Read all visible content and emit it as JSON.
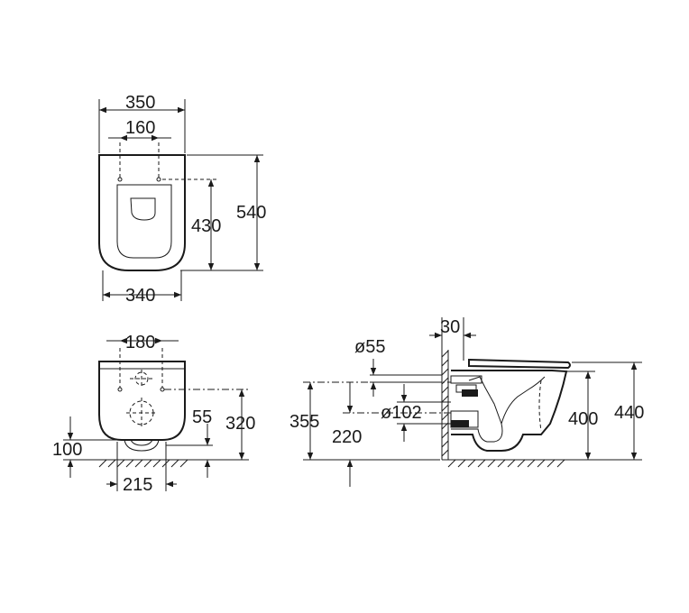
{
  "top_view": {
    "width_outer": "350",
    "fixing_spacing": "160",
    "width_inner": "340",
    "fixing_to_front": "430",
    "length_total": "540"
  },
  "rear_view": {
    "inlet_spacing": "180",
    "outlet_spacing": "215",
    "floor_to_outlet": "100",
    "outlet_offset": "55",
    "floor_to_fixing": "320"
  },
  "side_view": {
    "inlet_diameter": "ø55",
    "wall_gap": "30",
    "outlet_diameter": "ø102",
    "inlet_height": "355",
    "outlet_height": "220",
    "rim_height": "400",
    "seat_height": "440"
  }
}
